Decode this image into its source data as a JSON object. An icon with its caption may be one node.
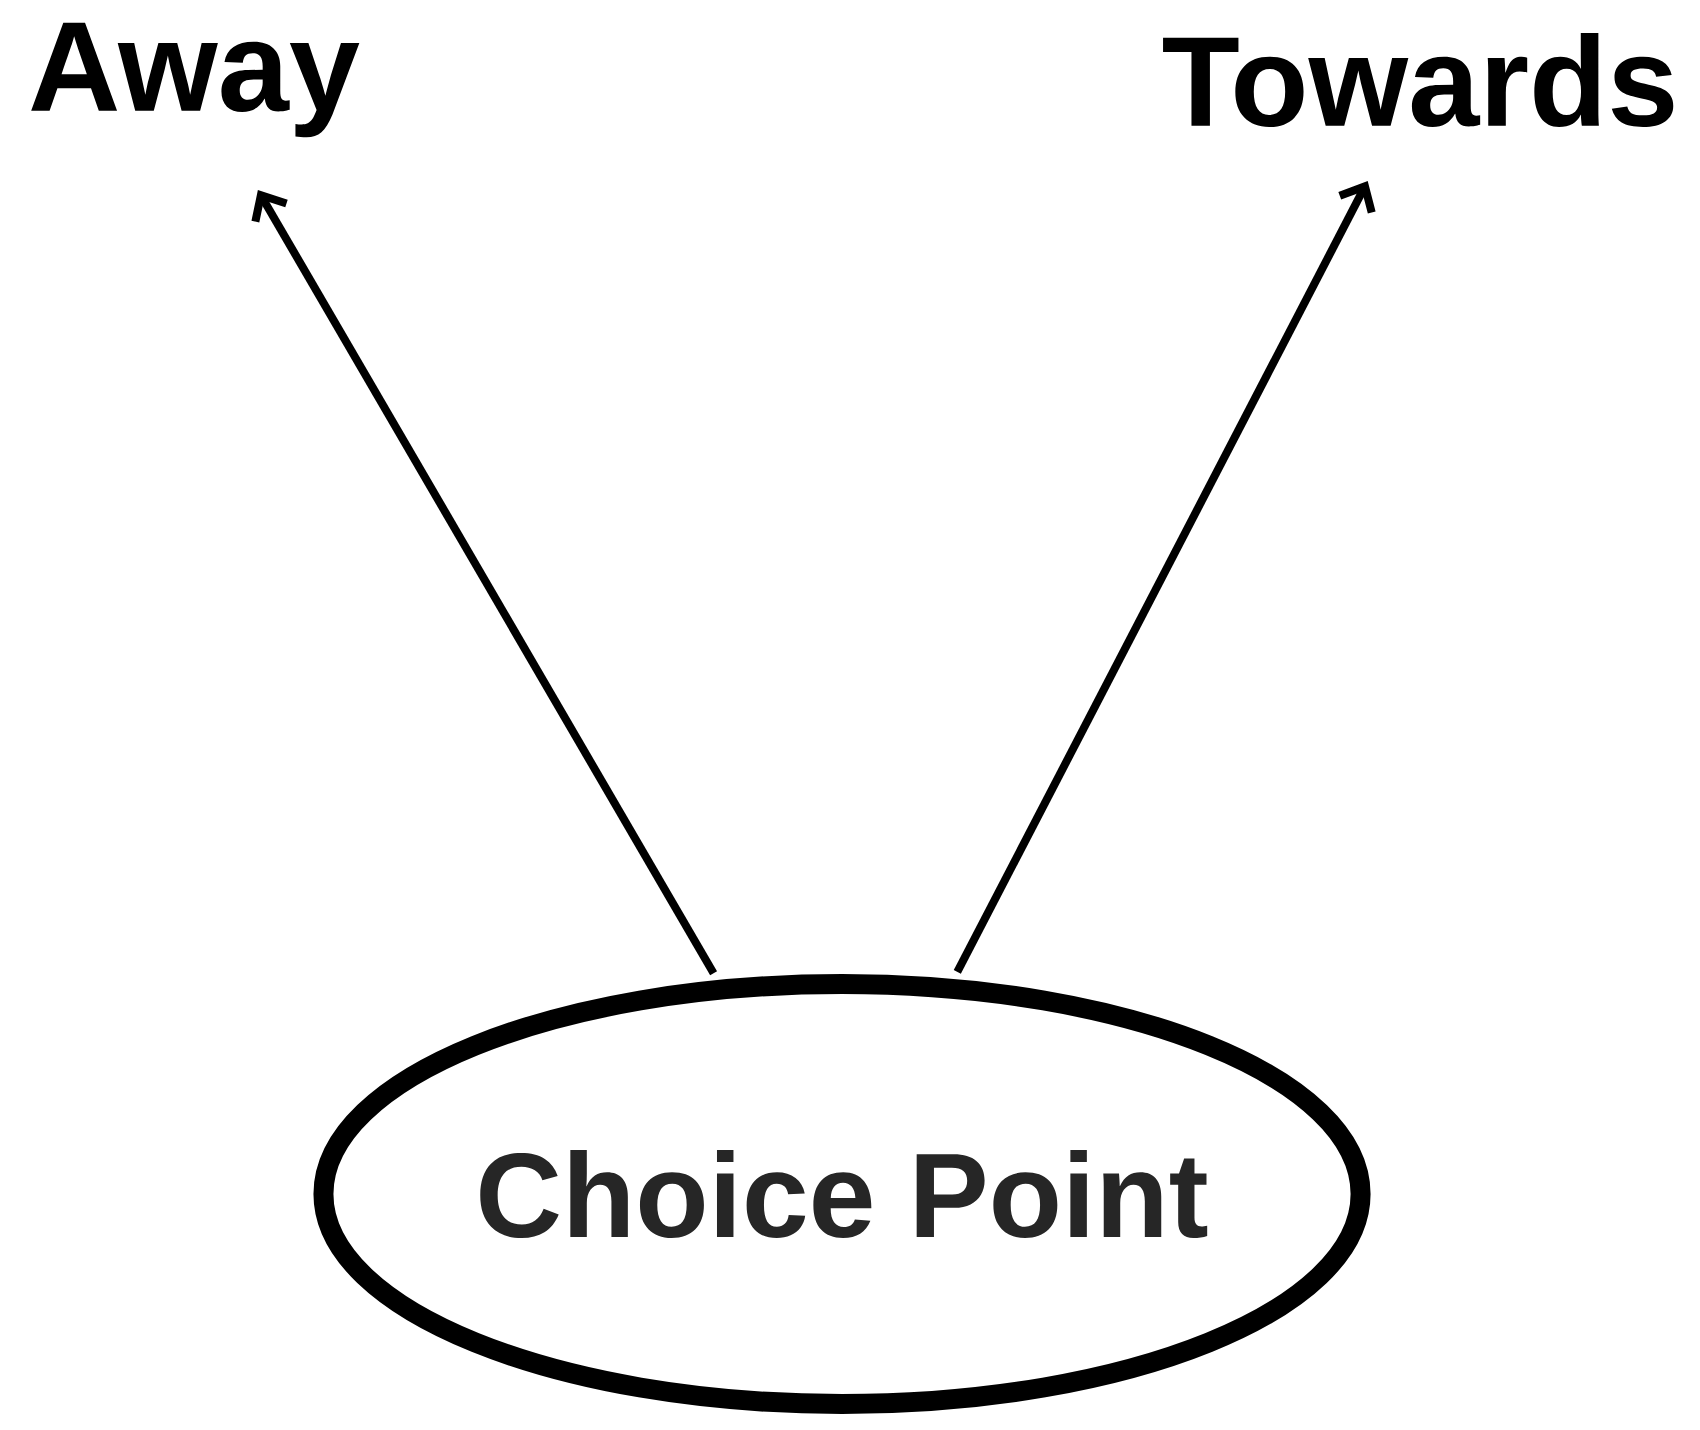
{
  "diagram": {
    "nodes": [
      {
        "text": [
          "Choice Point"
        ]
      },
      {
        "text": [
          "Away"
        ]
      },
      {
        "text": [
          "Towards"
        ]
      }
    ],
    "edges": [
      {
        "from": 0,
        "to": 1,
        "arrow": "to"
      },
      {
        "from": 0,
        "to": 2,
        "arrow": "to"
      }
    ]
  }
}
